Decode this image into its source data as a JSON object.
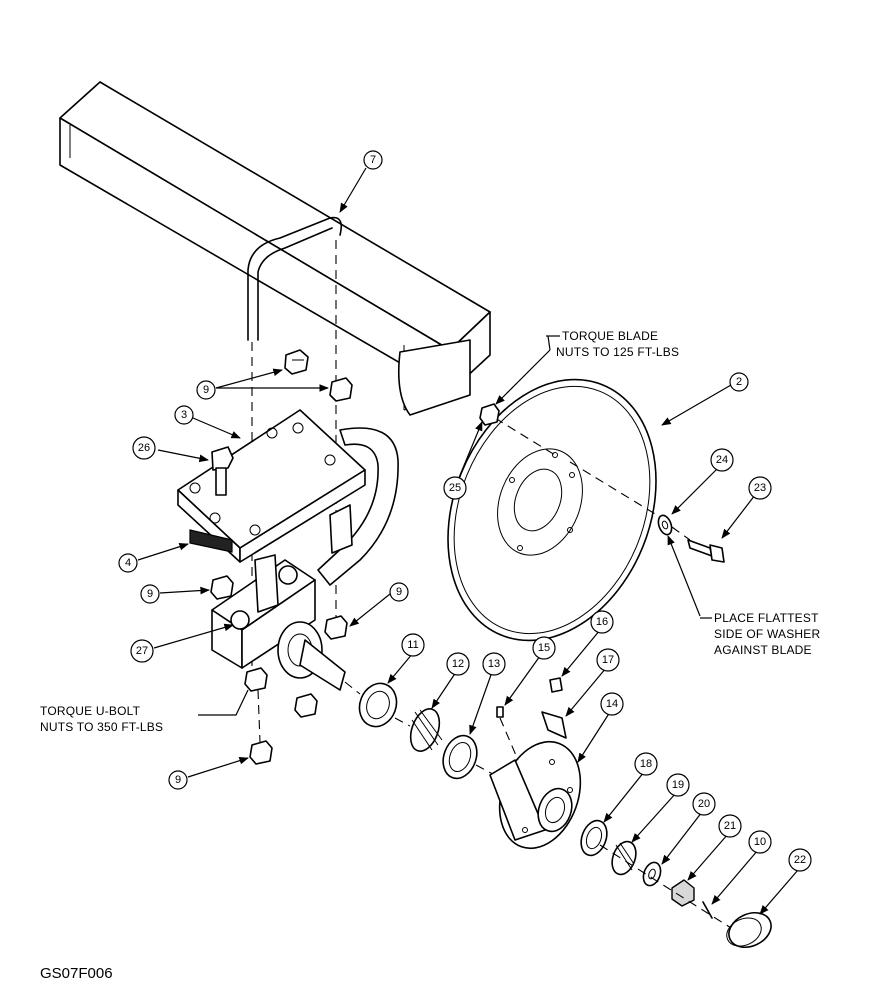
{
  "figure_id": "GS07F006",
  "notes": {
    "blade_torque": [
      "TORQUE BLADE",
      "NUTS TO 125 FT-LBS"
    ],
    "ubolt_torque": [
      "TORQUE U-BOLT",
      "NUTS TO 350 FT-LBS"
    ],
    "washer": [
      "PLACE FLATTEST",
      "SIDE OF WASHER",
      "AGAINST BLADE"
    ]
  },
  "callouts": {
    "c7": "7",
    "c9a": "9",
    "c3": "3",
    "c26": "26",
    "c4": "4",
    "c9b": "9",
    "c9c": "9",
    "c27": "27",
    "c9d": "9",
    "c2": "2",
    "c25": "25",
    "c24": "24",
    "c23": "23",
    "c11": "11",
    "c12": "12",
    "c13": "13",
    "c15": "15",
    "c16": "16",
    "c17": "17",
    "c14": "14",
    "c18": "18",
    "c19": "19",
    "c20": "20",
    "c21": "21",
    "c10": "10",
    "c22": "22"
  }
}
